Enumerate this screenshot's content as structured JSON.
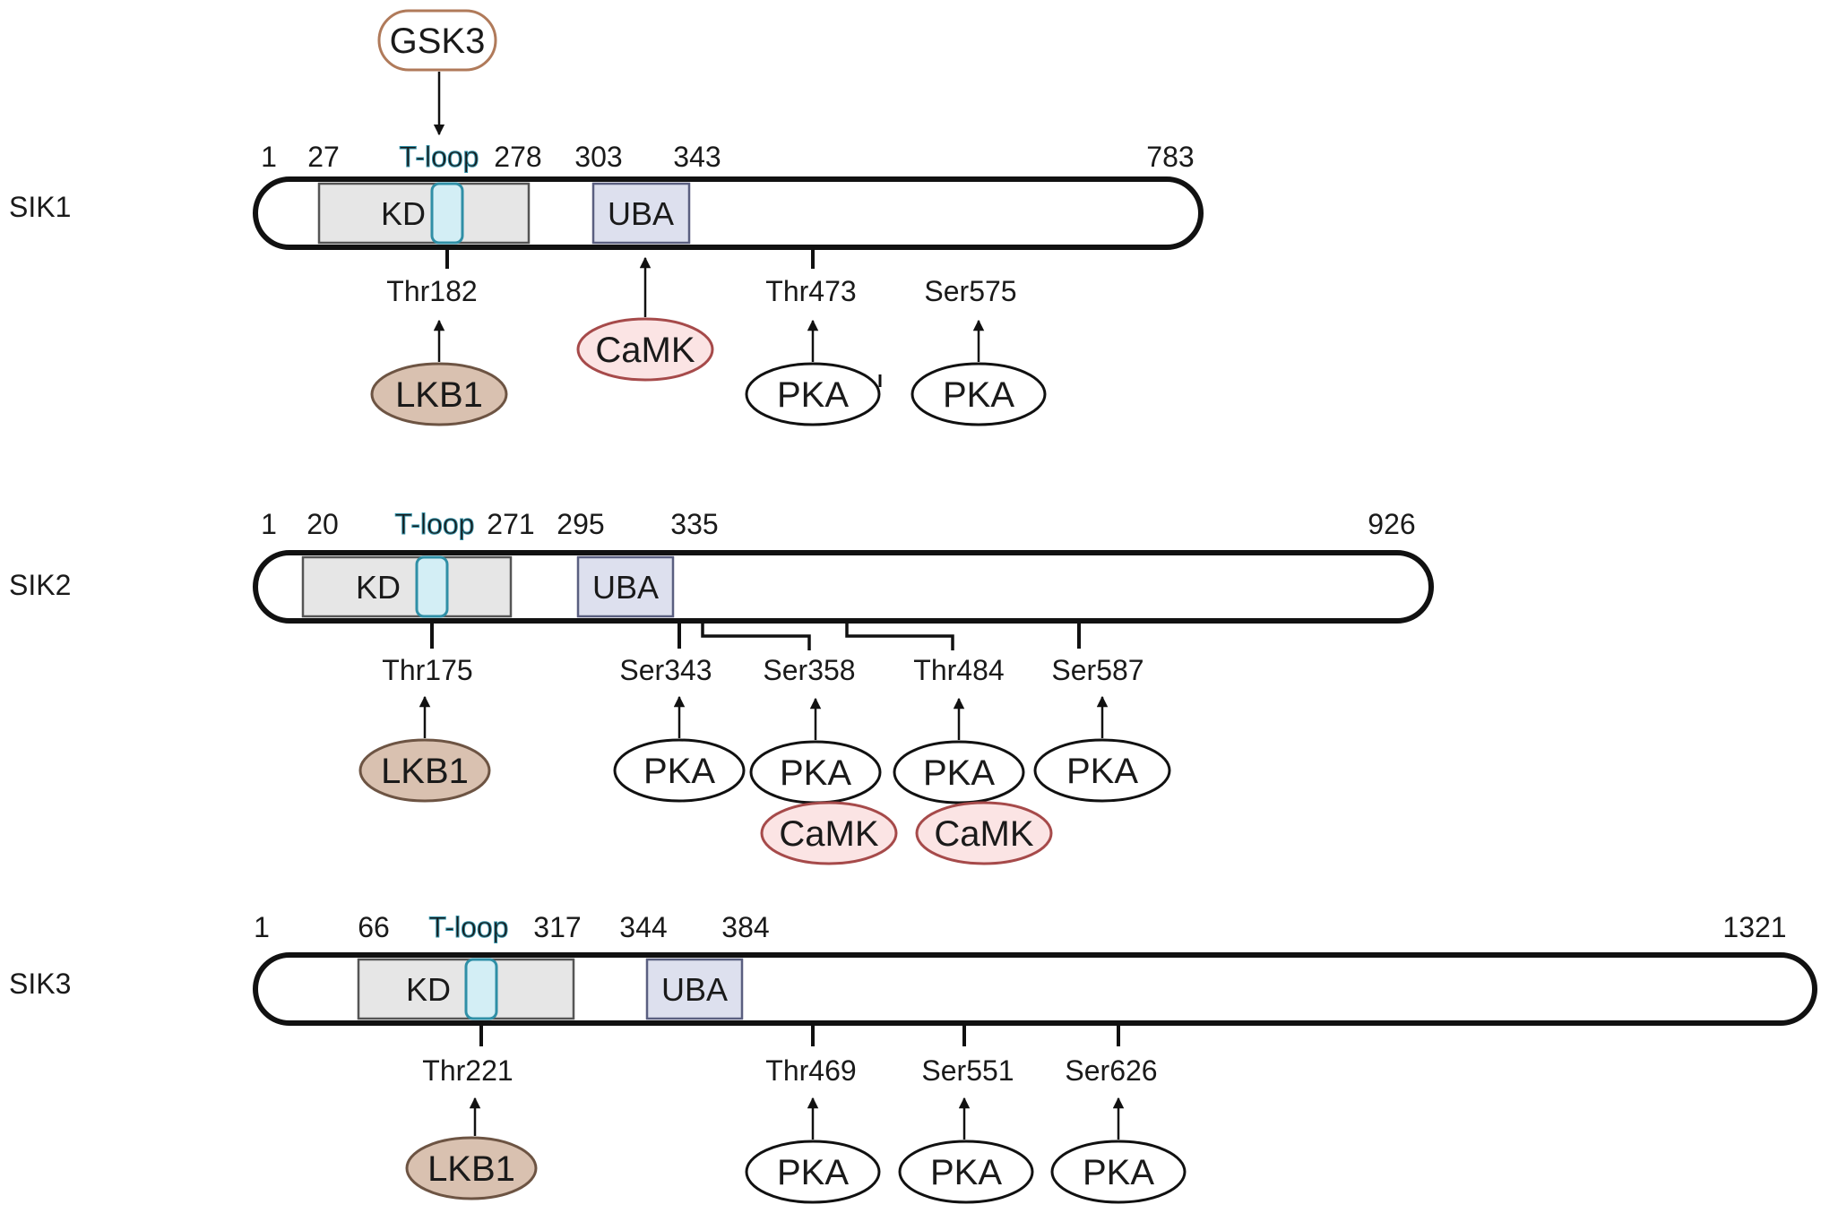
{
  "colors": {
    "outline": "#111111",
    "kd_fill": "#e6e6e6",
    "kd_stroke": "#555555",
    "uba_fill": "#dde0ee",
    "uba_stroke": "#5a5f80",
    "tloop_fill": "#d3eef5",
    "tloop_stroke": "#2f8fa6",
    "lkb1_fill": "#d9c1b0",
    "lkb1_stroke": "#6d5443",
    "camk_fill": "#fbe4e4",
    "camk_stroke": "#a64a4a",
    "gsk3_stroke": "#b07a5a",
    "pka_fill": "#ffffff",
    "pka_stroke": "#111111"
  },
  "proteins": [
    {
      "name": "SIK1",
      "positions": {
        "start": "1",
        "kd_start": "27",
        "tloop": "T-loop",
        "kd_end": "278",
        "uba_start": "303",
        "uba_end": "343",
        "end": "783"
      },
      "kd_label": "KD",
      "uba_label": "UBA",
      "top_kinase": "GSK3",
      "sites": [
        {
          "label": "Thr182",
          "kinases": [
            "LKB1"
          ]
        },
        {
          "label": "",
          "kinases": [
            "CaMK"
          ]
        },
        {
          "label": "Thr473",
          "kinases": [
            "PKA"
          ]
        },
        {
          "label": "Ser575",
          "kinases": [
            "PKA"
          ]
        }
      ]
    },
    {
      "name": "SIK2",
      "positions": {
        "start": "1",
        "kd_start": "20",
        "tloop": "T-loop",
        "kd_end": "271",
        "uba_start": "295",
        "uba_end": "335",
        "end": "926"
      },
      "kd_label": "KD",
      "uba_label": "UBA",
      "sites": [
        {
          "label": "Thr175",
          "kinases": [
            "LKB1"
          ]
        },
        {
          "label": "Ser343",
          "kinases": [
            "PKA"
          ]
        },
        {
          "label": "Ser358",
          "kinases": [
            "PKA",
            "CaMK"
          ]
        },
        {
          "label": "Thr484",
          "kinases": [
            "PKA",
            "CaMK"
          ]
        },
        {
          "label": "Ser587",
          "kinases": [
            "PKA"
          ]
        }
      ]
    },
    {
      "name": "SIK3",
      "positions": {
        "start": "1",
        "kd_start": "66",
        "tloop": "T-loop",
        "kd_end": "317",
        "uba_start": "344",
        "uba_end": "384",
        "end": "1321"
      },
      "kd_label": "KD",
      "uba_label": "UBA",
      "sites": [
        {
          "label": "Thr221",
          "kinases": [
            "LKB1"
          ]
        },
        {
          "label": "Thr469",
          "kinases": [
            "PKA"
          ]
        },
        {
          "label": "Ser551",
          "kinases": [
            "PKA"
          ]
        },
        {
          "label": "Ser626",
          "kinases": [
            "PKA"
          ]
        }
      ]
    }
  ]
}
